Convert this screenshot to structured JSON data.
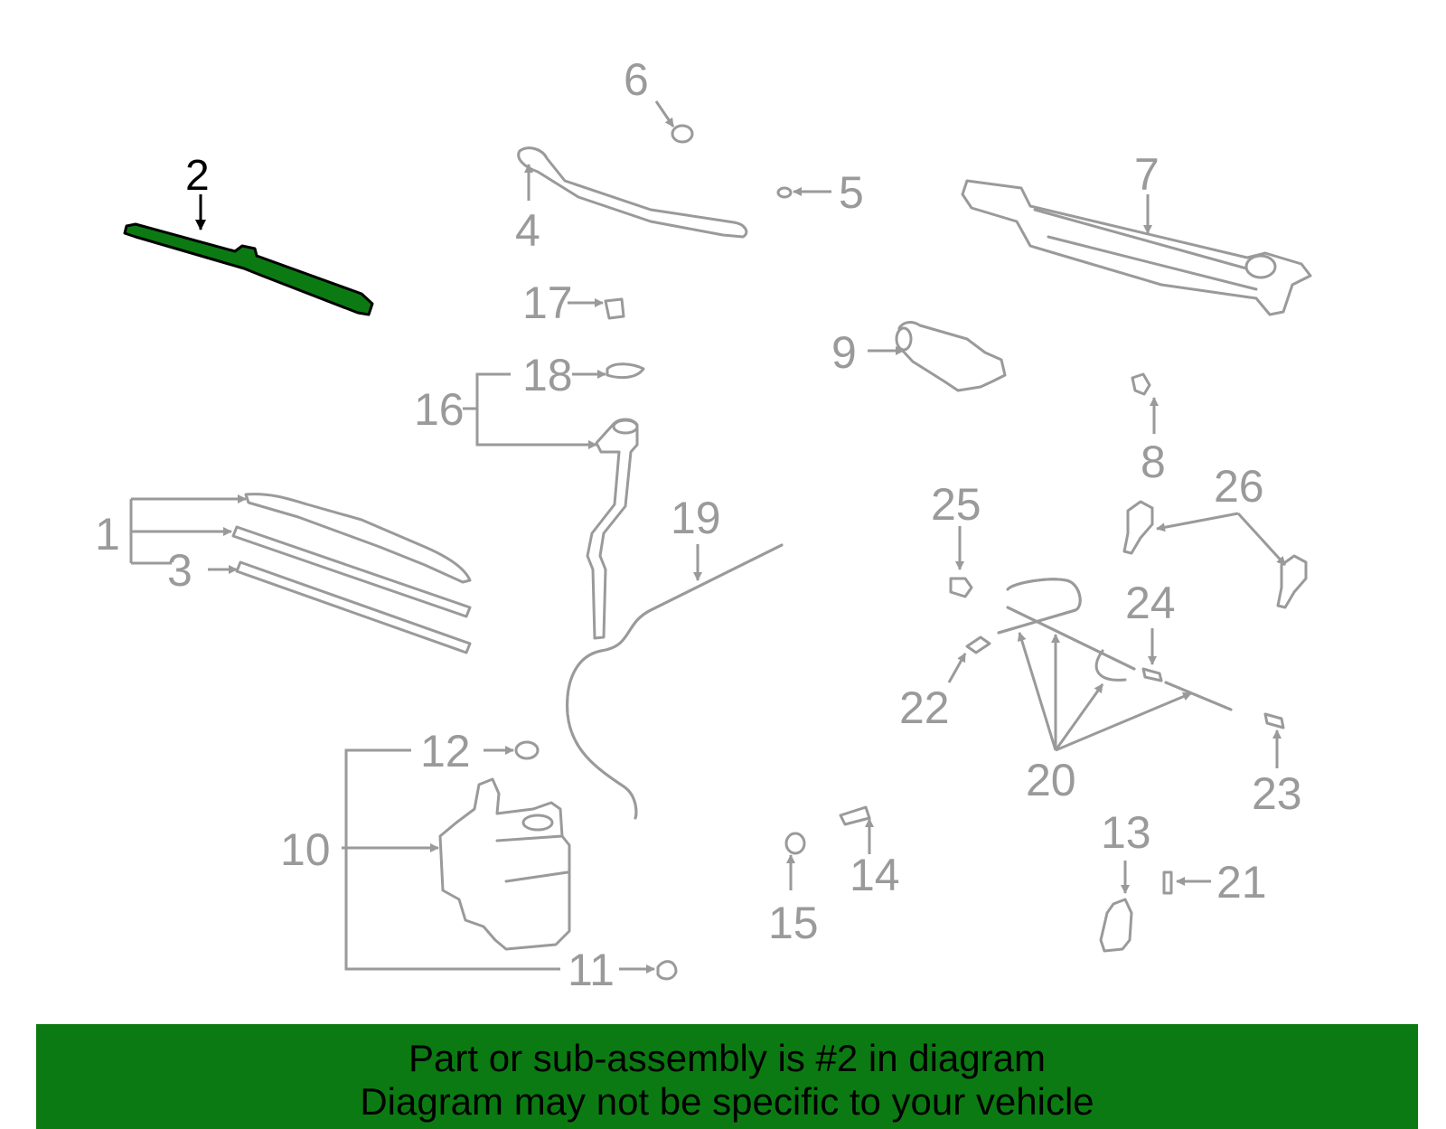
{
  "callouts": {
    "c1": "1",
    "c2": "2",
    "c3": "3",
    "c4": "4",
    "c5": "5",
    "c6": "6",
    "c7": "7",
    "c8": "8",
    "c9": "9",
    "c10": "10",
    "c11": "11",
    "c12": "12",
    "c13": "13",
    "c14": "14",
    "c15": "15",
    "c16": "16",
    "c17": "17",
    "c18": "18",
    "c19": "19",
    "c20": "20",
    "c21": "21",
    "c22": "22",
    "c23": "23",
    "c24": "24",
    "c25": "25",
    "c26": "26"
  },
  "highlight": {
    "part_number": "2",
    "color": "#0c7a12"
  },
  "footer": {
    "line1": "Part or sub-assembly is #2 in diagram",
    "line2": "Diagram may not be specific to your vehicle"
  }
}
